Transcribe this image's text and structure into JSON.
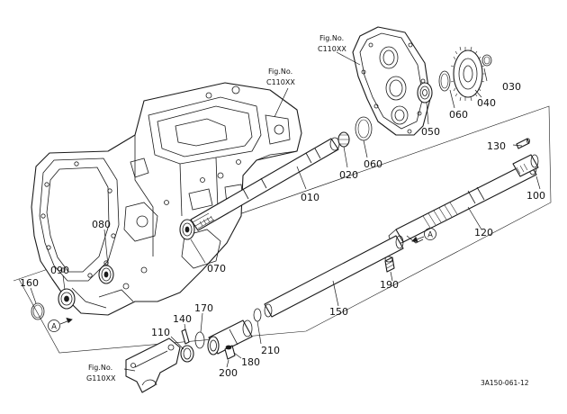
{
  "drawing_code": "3A150-061-12",
  "fig_refs": [
    {
      "label": "Fig.No.",
      "code": "C110XX"
    },
    {
      "label": "Fig.No.",
      "code": "C110XX"
    },
    {
      "label": "Fig.No.",
      "code": "G110XX"
    }
  ],
  "callout_letter": "A",
  "parts": [
    "010",
    "020",
    "030",
    "040",
    "050",
    "060",
    "060",
    "070",
    "080",
    "090",
    "100",
    "110",
    "120",
    "130",
    "140",
    "150",
    "160",
    "170",
    "180",
    "190",
    "200",
    "210"
  ]
}
